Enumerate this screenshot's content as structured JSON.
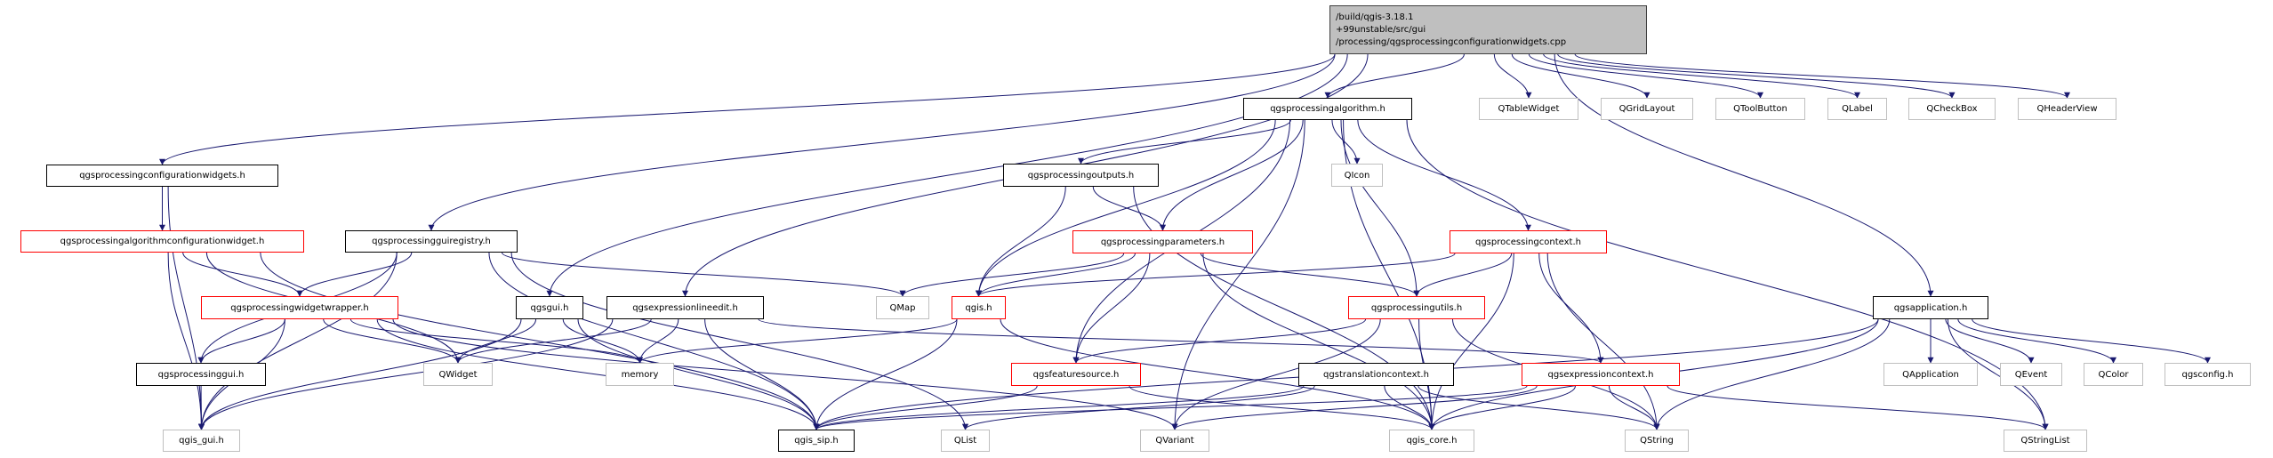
{
  "diagram": {
    "root": {
      "lines": [
        "/build/qgis-3.18.1",
        "+99unstable/src/gui",
        "/processing/qgsprocessingconfigurationwidgets.cpp"
      ]
    },
    "edge_color": "#191970",
    "node_border_colors": {
      "normal": "#000000",
      "red": "#ff0000",
      "external": "#bfbfbf",
      "root_fill": "#bfbfbf"
    },
    "nodes": [
      {
        "id": "alg",
        "label": "qgsprocessingalgorithm.h",
        "style": "normal"
      },
      {
        "id": "qtablewidget",
        "label": "QTableWidget",
        "style": "external"
      },
      {
        "id": "qgridlayout",
        "label": "QGridLayout",
        "style": "external"
      },
      {
        "id": "qtoolbutton",
        "label": "QToolButton",
        "style": "external"
      },
      {
        "id": "qlabel",
        "label": "QLabel",
        "style": "external"
      },
      {
        "id": "qcheckbox",
        "label": "QCheckBox",
        "style": "external"
      },
      {
        "id": "qheaderview",
        "label": "QHeaderView",
        "style": "external"
      },
      {
        "id": "confwidgets",
        "label": "qgsprocessingconfigurationwidgets.h",
        "style": "normal"
      },
      {
        "id": "outputs",
        "label": "qgsprocessingoutputs.h",
        "style": "normal"
      },
      {
        "id": "qicon",
        "label": "QIcon",
        "style": "external"
      },
      {
        "id": "algconf",
        "label": "qgsprocessingalgorithmconfigurationwidget.h",
        "style": "red"
      },
      {
        "id": "guireg",
        "label": "qgsprocessingguiregistry.h",
        "style": "normal"
      },
      {
        "id": "params",
        "label": "qgsprocessingparameters.h",
        "style": "red"
      },
      {
        "id": "context",
        "label": "qgsprocessingcontext.h",
        "style": "red"
      },
      {
        "id": "qmap",
        "label": "QMap",
        "style": "external"
      },
      {
        "id": "qgis",
        "label": "qgis.h",
        "style": "red"
      },
      {
        "id": "utils",
        "label": "qgsprocessingutils.h",
        "style": "red"
      },
      {
        "id": "app",
        "label": "qgsapplication.h",
        "style": "normal"
      },
      {
        "id": "wrapper",
        "label": "qgsprocessingwidgetwrapper.h",
        "style": "red"
      },
      {
        "id": "qgsgui",
        "label": "qgsgui.h",
        "style": "normal"
      },
      {
        "id": "exprline",
        "label": "qgsexpressionlineedit.h",
        "style": "normal"
      },
      {
        "id": "procgui",
        "label": "qgsprocessinggui.h",
        "style": "normal"
      },
      {
        "id": "qwidget",
        "label": "QWidget",
        "style": "external"
      },
      {
        "id": "memory",
        "label": "memory",
        "style": "external"
      },
      {
        "id": "featsrc",
        "label": "qgsfeaturesource.h",
        "style": "red"
      },
      {
        "id": "transl",
        "label": "qgstranslationcontext.h",
        "style": "normal"
      },
      {
        "id": "exprctx",
        "label": "qgsexpressioncontext.h",
        "style": "red"
      },
      {
        "id": "qapplication",
        "label": "QApplication",
        "style": "external"
      },
      {
        "id": "qevent",
        "label": "QEvent",
        "style": "external"
      },
      {
        "id": "qcolor",
        "label": "QColor",
        "style": "external"
      },
      {
        "id": "qgsconfig",
        "label": "qgsconfig.h",
        "style": "external"
      },
      {
        "id": "qgisgui",
        "label": "qgis_gui.h",
        "style": "external"
      },
      {
        "id": "qgissip",
        "label": "qgis_sip.h",
        "style": "normal"
      },
      {
        "id": "qlist",
        "label": "QList",
        "style": "external"
      },
      {
        "id": "qvariant",
        "label": "QVariant",
        "style": "external"
      },
      {
        "id": "qgiscore",
        "label": "qgis_core.h",
        "style": "external"
      },
      {
        "id": "qstring",
        "label": "QString",
        "style": "external"
      },
      {
        "id": "qstringlist",
        "label": "QStringList",
        "style": "external"
      }
    ],
    "edges": [
      [
        "root",
        "confwidgets"
      ],
      [
        "root",
        "guireg"
      ],
      [
        "root",
        "qgsgui"
      ],
      [
        "root",
        "exprline"
      ],
      [
        "root",
        "alg"
      ],
      [
        "root",
        "qtablewidget"
      ],
      [
        "root",
        "qgridlayout"
      ],
      [
        "root",
        "qtoolbutton"
      ],
      [
        "root",
        "qlabel"
      ],
      [
        "root",
        "qcheckbox"
      ],
      [
        "root",
        "qheaderview"
      ],
      [
        "root",
        "app"
      ],
      [
        "confwidgets",
        "algconf"
      ],
      [
        "confwidgets",
        "qgisgui"
      ],
      [
        "algconf",
        "qgisgui"
      ],
      [
        "algconf",
        "qgissip"
      ],
      [
        "algconf",
        "wrapper"
      ],
      [
        "algconf",
        "qwidget"
      ],
      [
        "guireg",
        "wrapper"
      ],
      [
        "guireg",
        "procgui"
      ],
      [
        "guireg",
        "qgisgui"
      ],
      [
        "guireg",
        "qgissip"
      ],
      [
        "guireg",
        "qmap"
      ],
      [
        "guireg",
        "qlist"
      ],
      [
        "wrapper",
        "procgui"
      ],
      [
        "wrapper",
        "qwidget"
      ],
      [
        "wrapper",
        "memory"
      ],
      [
        "wrapper",
        "qgisgui"
      ],
      [
        "wrapper",
        "qgissip"
      ],
      [
        "wrapper",
        "qvariant"
      ],
      [
        "qgsgui",
        "qwidget"
      ],
      [
        "qgsgui",
        "memory"
      ],
      [
        "qgsgui",
        "qgisgui"
      ],
      [
        "qgsgui",
        "qgissip"
      ],
      [
        "exprline",
        "qwidget"
      ],
      [
        "exprline",
        "memory"
      ],
      [
        "exprline",
        "qgisgui"
      ],
      [
        "exprline",
        "qgissip"
      ],
      [
        "exprline",
        "exprctx"
      ],
      [
        "procgui",
        "qgisgui"
      ],
      [
        "alg",
        "outputs"
      ],
      [
        "alg",
        "qicon"
      ],
      [
        "alg",
        "params"
      ],
      [
        "alg",
        "context"
      ],
      [
        "alg",
        "utils"
      ],
      [
        "alg",
        "qgis"
      ],
      [
        "alg",
        "featsrc"
      ],
      [
        "alg",
        "qvariant"
      ],
      [
        "alg",
        "qgiscore"
      ],
      [
        "alg",
        "qstringlist"
      ],
      [
        "outputs",
        "params"
      ],
      [
        "outputs",
        "qgis"
      ],
      [
        "outputs",
        "qgiscore"
      ],
      [
        "params",
        "qmap"
      ],
      [
        "params",
        "qgis"
      ],
      [
        "params",
        "utils"
      ],
      [
        "params",
        "featsrc"
      ],
      [
        "params",
        "qgiscore"
      ],
      [
        "context",
        "qgis"
      ],
      [
        "context",
        "utils"
      ],
      [
        "context",
        "exprctx"
      ],
      [
        "context",
        "qgiscore"
      ],
      [
        "context",
        "qstring"
      ],
      [
        "qgis",
        "memory"
      ],
      [
        "qgis",
        "qgissip"
      ],
      [
        "qgis",
        "qgiscore"
      ],
      [
        "utils",
        "featsrc"
      ],
      [
        "utils",
        "qvariant"
      ],
      [
        "utils",
        "qgiscore"
      ],
      [
        "utils",
        "qstring"
      ],
      [
        "featsrc",
        "qgissip"
      ],
      [
        "featsrc",
        "qgiscore"
      ],
      [
        "transl",
        "qgissip"
      ],
      [
        "transl",
        "qgiscore"
      ],
      [
        "transl",
        "qstring"
      ],
      [
        "transl",
        "qlist"
      ],
      [
        "exprctx",
        "qgissip"
      ],
      [
        "exprctx",
        "qgiscore"
      ],
      [
        "exprctx",
        "qvariant"
      ],
      [
        "exprctx",
        "qstring"
      ],
      [
        "exprctx",
        "qstringlist"
      ],
      [
        "app",
        "qgissip"
      ],
      [
        "app",
        "qgiscore"
      ],
      [
        "app",
        "qapplication"
      ],
      [
        "app",
        "qevent"
      ],
      [
        "app",
        "qcolor"
      ],
      [
        "app",
        "qgsconfig"
      ],
      [
        "app",
        "qstring"
      ],
      [
        "app",
        "qstringlist"
      ]
    ]
  }
}
